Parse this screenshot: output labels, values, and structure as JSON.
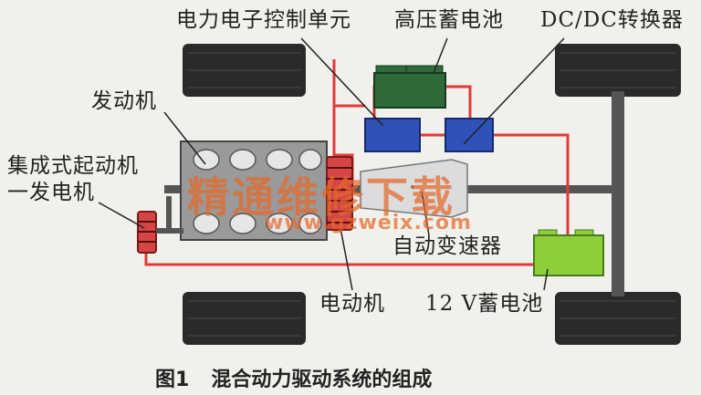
{
  "labels": {
    "power_electronics": "电力电子控制单元",
    "hv_battery": "高压蓄电池",
    "dcdc": "DC/DC转换器",
    "engine": "发动机",
    "isg_line1": "集成式起动机",
    "isg_line2": "一发电机",
    "transmission": "自动变速器",
    "motor": "电动机",
    "battery_12v": "12 V蓄电池"
  },
  "watermark": {
    "cn": "精通维修下载",
    "url": "www.gzweix.com"
  },
  "caption": {
    "number": "图1",
    "text": "混合动力驱动系统的组成"
  },
  "colors": {
    "wire": "#e03a3a",
    "control_unit": "#2f52b8",
    "hv_battery": "#2e6a3a",
    "battery_12v": "#8ccf3a",
    "watermark": "#e36a2a",
    "tire": "#2a2a2a",
    "shaft": "#555555"
  }
}
